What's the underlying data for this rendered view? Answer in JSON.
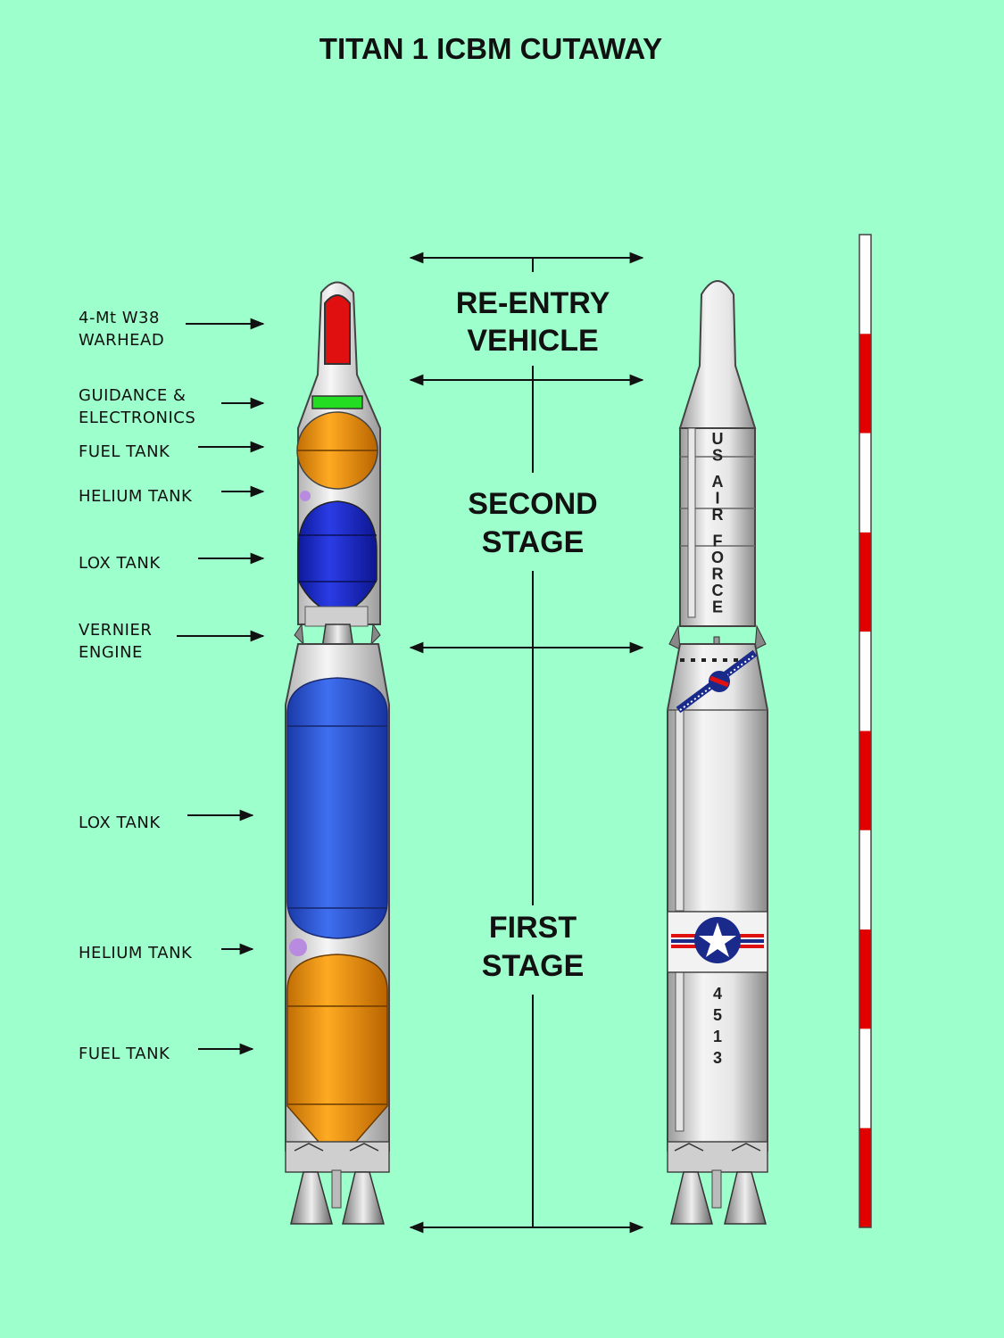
{
  "title": "TITAN 1 ICBM CUTAWAY",
  "labels": {
    "warhead": [
      "4-Mt W38",
      "WARHEAD"
    ],
    "guidance": [
      "GUIDANCE &",
      "ELECTRONICS"
    ],
    "fuel_tank_2": "FUEL TANK",
    "helium_tank_2": "HELIUM TANK",
    "lox_tank_2": "LOX TANK",
    "vernier": [
      "VERNIER",
      "ENGINE"
    ],
    "lox_tank_1": "LOX TANK",
    "helium_tank_1": "HELIUM TANK",
    "fuel_tank_1": "FUEL TANK"
  },
  "stages": {
    "reentry": [
      "RE-ENTRY",
      "VEHICLE"
    ],
    "second": [
      "SECOND",
      "STAGE"
    ],
    "first": [
      "FIRST",
      "STAGE"
    ]
  },
  "markings": {
    "service": "US AIR FORCE",
    "serial": "4513"
  },
  "colors": {
    "background": "#9cffcc",
    "warhead": "#e01010",
    "guidance": "#22dd22",
    "fuel": "#f29a10",
    "lox": "#2030d0",
    "lox_large": "#2a55dd",
    "helium": "#b98be0",
    "body": "#dcdcdc",
    "scale_red": "#e00000"
  }
}
